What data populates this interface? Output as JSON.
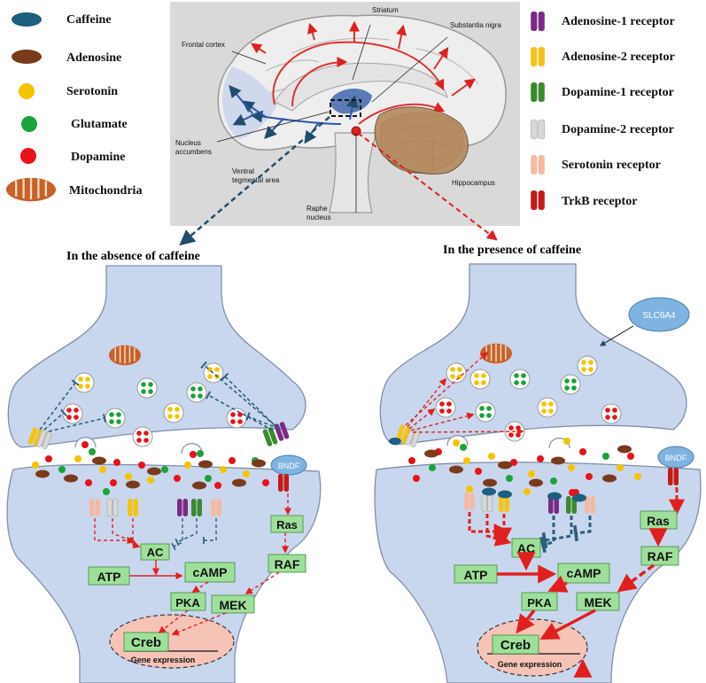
{
  "legend_left": [
    {
      "label": "Caffeine",
      "icon": "caffeine-icon",
      "color": "#1d5f7f"
    },
    {
      "label": "Adenosine",
      "icon": "adenosine-icon",
      "color": "#7a3a1c"
    },
    {
      "label": "Serotonin",
      "icon": "serotonin-icon",
      "color": "#f5c400"
    },
    {
      "label": "Glutamate",
      "icon": "glutamate-icon",
      "color": "#1aa33a"
    },
    {
      "label": "Dopamine",
      "icon": "dopamine-icon",
      "color": "#e8121a"
    },
    {
      "label": "Mitochondria",
      "icon": "mitochondria-icon",
      "color": "#c8612a"
    }
  ],
  "legend_right": [
    {
      "label": "Adenosine-1 receptor",
      "icon": "adenosine-1-receptor-icon",
      "color": "#7b2a86"
    },
    {
      "label": "Adenosine-2 receptor",
      "icon": "adenosine-2-receptor-icon",
      "color": "#f2c418"
    },
    {
      "label": "Dopamine-1 receptor",
      "icon": "dopamine-1-receptor-icon",
      "color": "#3b8a2e"
    },
    {
      "label": "Dopamine-2 receptor",
      "icon": "dopamine-2-receptor-icon",
      "color": "#d8d8d8"
    },
    {
      "label": "Serotonin receptor",
      "icon": "serotonin-receptor-icon",
      "color": "#f5b9a2"
    },
    {
      "label": "TrkB receptor",
      "icon": "trkb-receptor-icon",
      "color": "#c41a1a"
    }
  ],
  "brain_labels": {
    "frontal_cortex": "Frontal cortex",
    "striatum": "Striatum",
    "substantia_nigra": "Substantia nigra",
    "nucleus_accumbens": "Nucleus\naccumbens",
    "ventral_tegmental_area": "Ventral\ntegmental area",
    "hippocampus": "Hippocampus",
    "raphe_nucleus": "Raphe\nnucleus"
  },
  "panels": {
    "left": {
      "heading": "In the absence of caffeine"
    },
    "right": {
      "heading": "In the presence of caffeine",
      "transporter": "SLC6A4"
    }
  },
  "signaling": {
    "bndf": "BNDF",
    "ras": "Ras",
    "raf": "RAF",
    "mek": "MEK",
    "ac": "AC",
    "atp": "ATP",
    "camp": "cAMP",
    "pka": "PKA",
    "creb": "Creb",
    "gene_expression": "Gene expression"
  },
  "colors": {
    "neuron_fill": "#c9d7ee",
    "neuron_stroke": "#7f8fa8",
    "box_fill": "#9ee09a",
    "arrow_red": "#e0201e",
    "arrow_blue": "#2a5f7a",
    "nucleus_fill": "#f6c3b7"
  }
}
